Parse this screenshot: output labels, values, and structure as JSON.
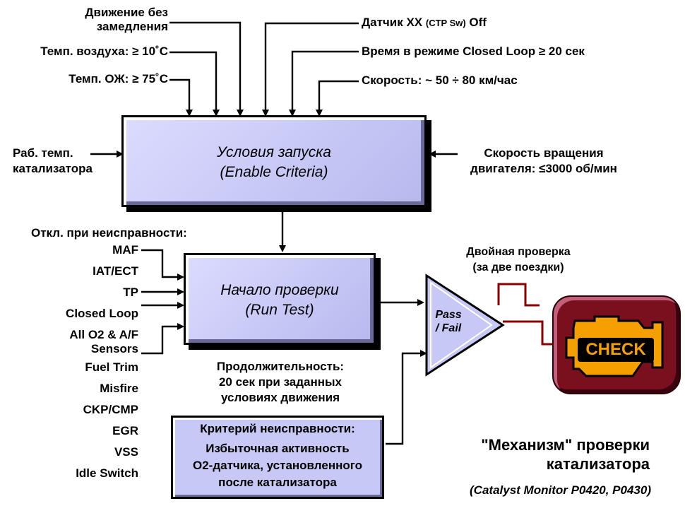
{
  "top_conditions": {
    "motion": "Движение без\nзамедления",
    "air_temp": "Темп. воздуха: ≥ 10˚C",
    "coolant_temp": "Темп. ОЖ: ≥ 75˚C",
    "idle_switch": "Датчик  XX",
    "idle_switch_sub": "(CTP Sw)",
    "idle_switch_state": "Off",
    "closed_loop_time": "Время в режиме Closed Loop ≥  20 сек",
    "speed": "Скорость:  ~ 50 ÷ 80 км/час"
  },
  "side_conditions": {
    "catalyst_temp": "Раб. темп.\nкатализатора",
    "engine_rpm": "Скорость вращения\nдвигателя: ≤3000 об/мин"
  },
  "enable_box": {
    "line1": "Условия запуска",
    "line2": "(Enable Criteria)"
  },
  "run_box": {
    "line1": "Начало проверки",
    "line2": "(Run Test)"
  },
  "disable_list": {
    "title": "Откл. при неисправности:",
    "items": [
      "MAF",
      "IAT/ECT",
      "TP",
      "Closed Loop",
      "All O2 & A/F\nSensors",
      "Fuel Trim",
      "Misfire",
      "CKP/CMP",
      "EGR",
      "VSS",
      "Idle Switch"
    ]
  },
  "duration": "Продолжительность:\n20 сек при заданных\nусловиях движения",
  "fault_criteria": {
    "title": "Критерий неисправности:",
    "text": "Избыточная активность\nО2-датчика, установленного\nпосле катализатора"
  },
  "gate": {
    "label": "Pass\n/ Fail"
  },
  "double_check": "Двойная проверка\n(за две поездки)",
  "check_engine": {
    "label": "CHECK",
    "color": "#f5a000",
    "panel_color": "#7a0f1e"
  },
  "footer": {
    "title": "\"Механизм\" проверки\nкатализатора",
    "subtitle": "(Catalyst Monitor P0420, P0430)"
  },
  "colors": {
    "box_fill": "#c8c8f6",
    "signal": "#8b0000"
  }
}
